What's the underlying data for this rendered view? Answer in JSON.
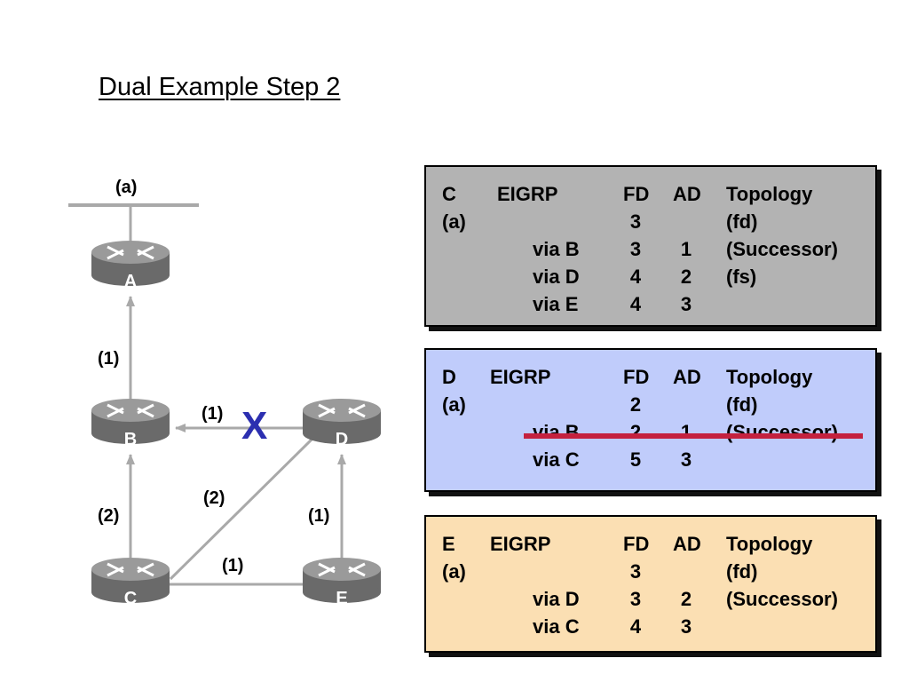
{
  "title": "Dual Example Step 2",
  "network_label": "(a)",
  "routers": {
    "A": "A",
    "B": "B",
    "C": "C",
    "D": "D",
    "E": "E"
  },
  "link_metrics": {
    "a_b": "(1)",
    "b_d": "(1)",
    "b_c": "(2)",
    "c_d": "(2)",
    "d_e": "(1)",
    "c_e": "(1)"
  },
  "failed_link_mark": "X",
  "tables": {
    "C": {
      "bg_color": "#b3b3b3",
      "header": {
        "node": "C",
        "protocol": "EIGRP",
        "fd": "FD",
        "ad": "AD",
        "topology": "Topology"
      },
      "dest": {
        "name": "(a)",
        "fd": "3",
        "topology": "(fd)"
      },
      "routes": [
        {
          "via": "via B",
          "fd": "3",
          "ad": "1",
          "status": "(Successor)"
        },
        {
          "via": "via D",
          "fd": "4",
          "ad": "2",
          "status": "(fs)"
        },
        {
          "via": "via E",
          "fd": "4",
          "ad": "3",
          "status": ""
        }
      ]
    },
    "D": {
      "bg_color": "#c0ccfb",
      "header": {
        "node": "D",
        "protocol": "EIGRP",
        "fd": "FD",
        "ad": "AD",
        "topology": "Topology"
      },
      "dest": {
        "name": "(a)",
        "fd": "2",
        "topology": "(fd)"
      },
      "routes": [
        {
          "via": "via B",
          "fd": "2",
          "ad": "1",
          "status": "(Successor)",
          "struck_out": true
        },
        {
          "via": "via C",
          "fd": "5",
          "ad": "3",
          "status": ""
        }
      ]
    },
    "E": {
      "bg_color": "#fbdfb3",
      "header": {
        "node": "E",
        "protocol": "EIGRP",
        "fd": "FD",
        "ad": "AD",
        "topology": "Topology"
      },
      "dest": {
        "name": "(a)",
        "fd": "3",
        "topology": "(fd)"
      },
      "routes": [
        {
          "via": "via D",
          "fd": "3",
          "ad": "2",
          "status": "(Successor)"
        },
        {
          "via": "via C",
          "fd": "4",
          "ad": "3",
          "status": ""
        }
      ]
    }
  },
  "colors": {
    "link": "#a9a9a9",
    "router_body": "#6a6a6a",
    "router_top": "#9a9a9a",
    "strike": "#c4213e",
    "x_mark": "#2c2fb0"
  }
}
